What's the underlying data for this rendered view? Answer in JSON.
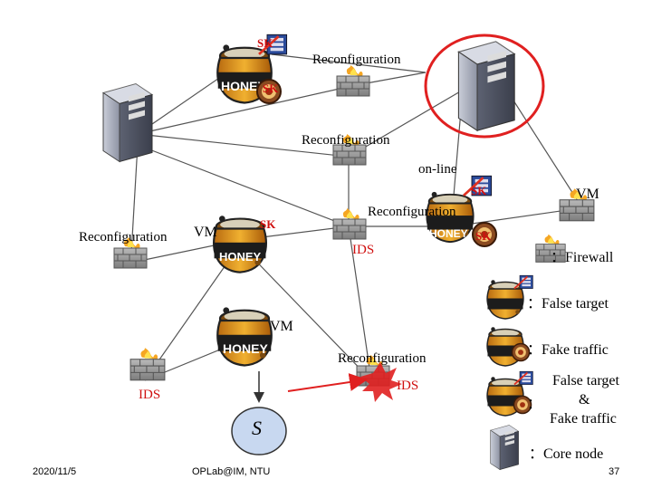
{
  "labels": {
    "reconf_top": "Reconfiguration",
    "reconf_mid": "Reconfiguration",
    "online": "on-line",
    "reconf_center_right": "Reconfiguration",
    "reconf_left": "Reconfiguration",
    "reconf_bottom": "Reconfiguration",
    "vm_right": "VM",
    "vm_left": "VM",
    "vm_bottom": "VM",
    "ids_center": "IDS",
    "ids_left": "IDS",
    "ids_bottom_right": "IDS",
    "source": "S",
    "sk": "SK"
  },
  "icon_labels": {
    "honey": "HONEY"
  },
  "legend": {
    "firewall": "：Firewall",
    "false_target": "：False target",
    "fake_traffic": "：Fake traffic",
    "colon": "：",
    "both_line1": "False target",
    "both_line2": "&",
    "both_line3": "Fake traffic",
    "core_node": "：Core node"
  },
  "footer": {
    "date": "2020/11/5",
    "org": "OPLab@IM, NTU",
    "page": "37"
  },
  "colors": {
    "link": "#555555",
    "highlight": "#e02020",
    "attack": "#e02020"
  }
}
